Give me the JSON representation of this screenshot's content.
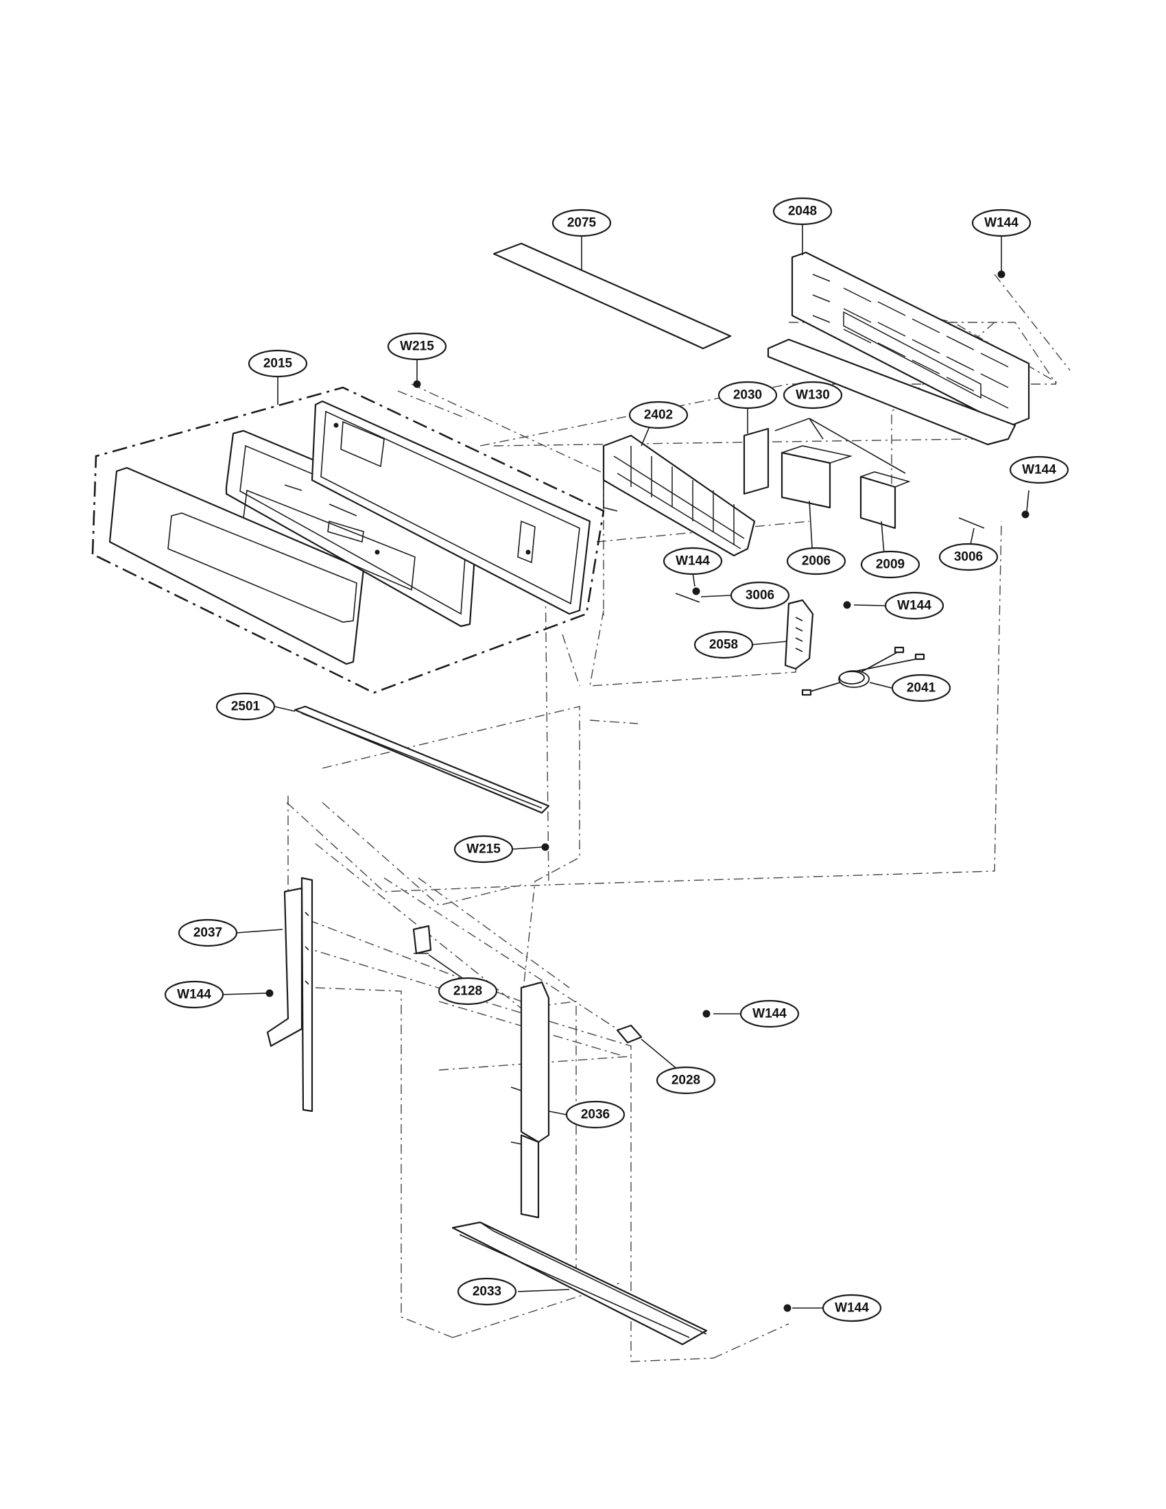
{
  "callouts": {
    "c2075": "2075",
    "c2048": "2048",
    "w144_top": "W144",
    "w215_top": "W215",
    "c2015": "2015",
    "c2030": "2030",
    "w130": "W130",
    "c2402": "2402",
    "w144_right": "W144",
    "c2006": "2006",
    "c2009": "2009",
    "c3006_right": "3006",
    "w144_mid": "W144",
    "c3006_mid": "3006",
    "w144_bracket": "W144",
    "c2058": "2058",
    "c2041": "2041",
    "c2501": "2501",
    "w215_bottom": "W215",
    "c2037": "2037",
    "c2128": "2128",
    "w144_left": "W144",
    "w144_lower": "W144",
    "c2028": "2028",
    "c2036": "2036",
    "c2033": "2033",
    "w144_bottom": "W144"
  }
}
